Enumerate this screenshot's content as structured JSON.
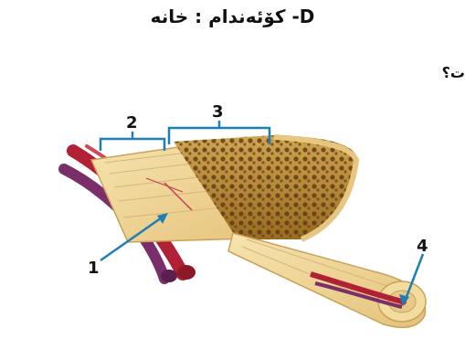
{
  "header": {
    "title": "D- کۆئەندام : خانە"
  },
  "question": {
    "text": "ت؟"
  },
  "labels": [
    "1",
    "2",
    "3",
    "4"
  ],
  "colors": {
    "bone_outer": "#f2dba0",
    "spongy": "#b8892e",
    "artery": "#b22035",
    "vein": "#7a2f6b",
    "arrow": "#1f7fb5",
    "bracket": "#1f7fb5"
  }
}
